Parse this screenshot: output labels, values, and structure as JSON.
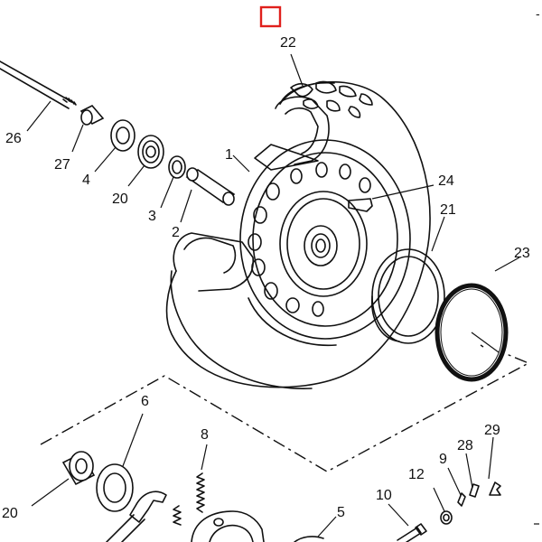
{
  "colors": {
    "line": "#111111",
    "paper": "#ffffff",
    "marker": "#e0201c"
  },
  "callouts": {
    "n22": "22",
    "n26": "26",
    "n27": "27",
    "n4": "4",
    "n20a": "20",
    "n1": "1",
    "n3": "3",
    "n2": "2",
    "n24": "24",
    "n21": "21",
    "n23": "23",
    "n6": "6",
    "n8": "8",
    "n9": "9",
    "n28": "28",
    "n29": "29",
    "n12": "12",
    "n10": "10",
    "n20b": "20",
    "n5": "5"
  },
  "marker": "selection-square"
}
